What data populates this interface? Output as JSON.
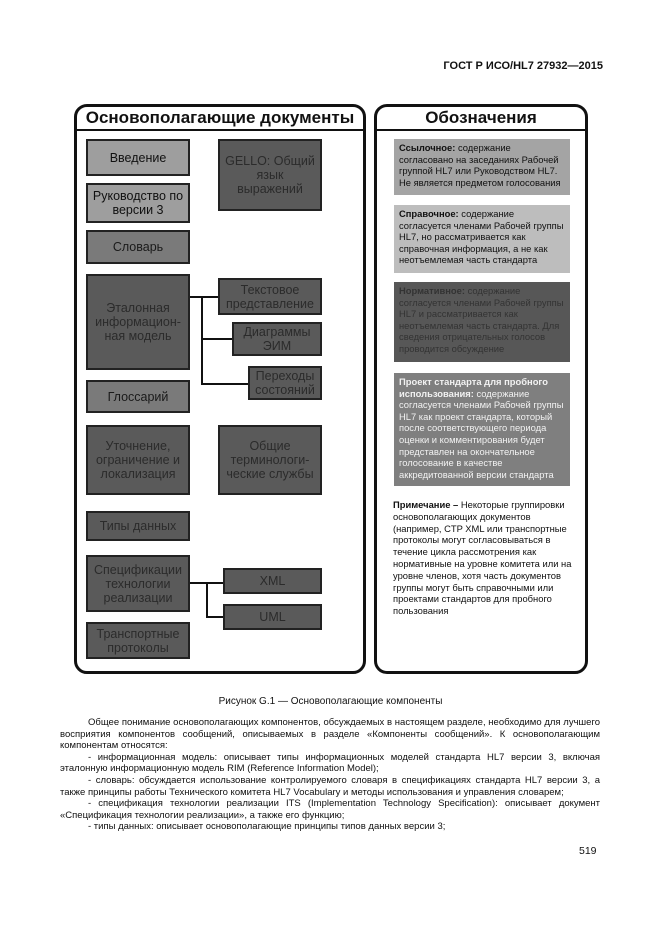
{
  "header": "ГОСТ Р ИСО/HL7 27932—2015",
  "left_panel": {
    "title": "Основополагающие документы",
    "boxes": {
      "intro": "Введение",
      "guide": "Руководство по версии 3",
      "dictionary": "Словарь",
      "rim": "Эталонная информацион-ная модель",
      "glossary": "Глоссарий",
      "refinement": "Уточнение, ограничение и локализация",
      "datatypes": "Типы данных",
      "its": "Спецификации технологии реализации",
      "transport": "Транспортные протоколы",
      "gello": "GELLO: Общий язык выражений",
      "text_repr": "Текстовое представление",
      "uml_diagrams": "Диаграммы ЭИМ",
      "state_trans": "Переходы состояний",
      "term_services": "Общие терминологи-ческие службы",
      "xml": "XML",
      "uml": "UML"
    }
  },
  "right_panel": {
    "title": "Обозначения",
    "legend": [
      {
        "title": "Ссылочное:",
        "text": " содержание согласовано на заседаниях Рабочей группой HL7 или Руководством HL7. Не является предметом голосования"
      },
      {
        "title": "Справочное:",
        "text": " содержание согласуется членами Рабочей группы HL7, но рассматривается как справочная информация, а не как неотъемлемая часть стандарта"
      },
      {
        "title": "Нормативное:",
        "text": " содержание согласуется членами Рабочей группы HL7 и рассматривается как неотъемлемая часть стандарта. Для сведения отрицательных голосов проводится обсуждение"
      },
      {
        "title": "Проект стандарта для пробного использования:",
        "text": " содержание согласуется членами Рабочей группы HL7 как проект стандарта, который после соответствующего периода оценки и комментирования будет представлен на окончательное голосование в качестве аккредитованной версии стандарта"
      }
    ],
    "note_title": "Примечание –",
    "note_text": " Некоторые группировки основополагающих документов (например, CTP XML или транспортные протоколы могут согласовываться в течение цикла рассмотрения как нормативные на уровне комитета или на уровне членов, хотя часть документов группы могут быть справочными или проектами стандартов для пробного пользования"
  },
  "caption": "Рисунок G.1 — Основополагающие компоненты",
  "paragraphs": [
    "Общее понимание основополагающих компонентов, обсуждаемых в настоящем разделе, необходимо для лучшего восприятия компонентов сообщений, описываемых в разделе «Компоненты сообщений». К основополагающим компонентам относятся:",
    "- информационная модель: описывает типы информационных моделей стандарта HL7 версии 3, включая эталонную информационную модель RIM (Reference Information Model);",
    "- словарь: обсуждается использование контролируемого словаря в спецификациях стандарта HL7 версии 3, а также принципы работы Технического комитета HL7 Vocabulary и методы использования и управления словарем;",
    "- спецификация технологии реализации ITS (Implementation Technology Specification): описывает документ «Спецификация технологии реализации», а также его функцию;",
    "- типы данных: описывает основополагающие принципы типов данных версии 3;"
  ],
  "page_number": "519"
}
